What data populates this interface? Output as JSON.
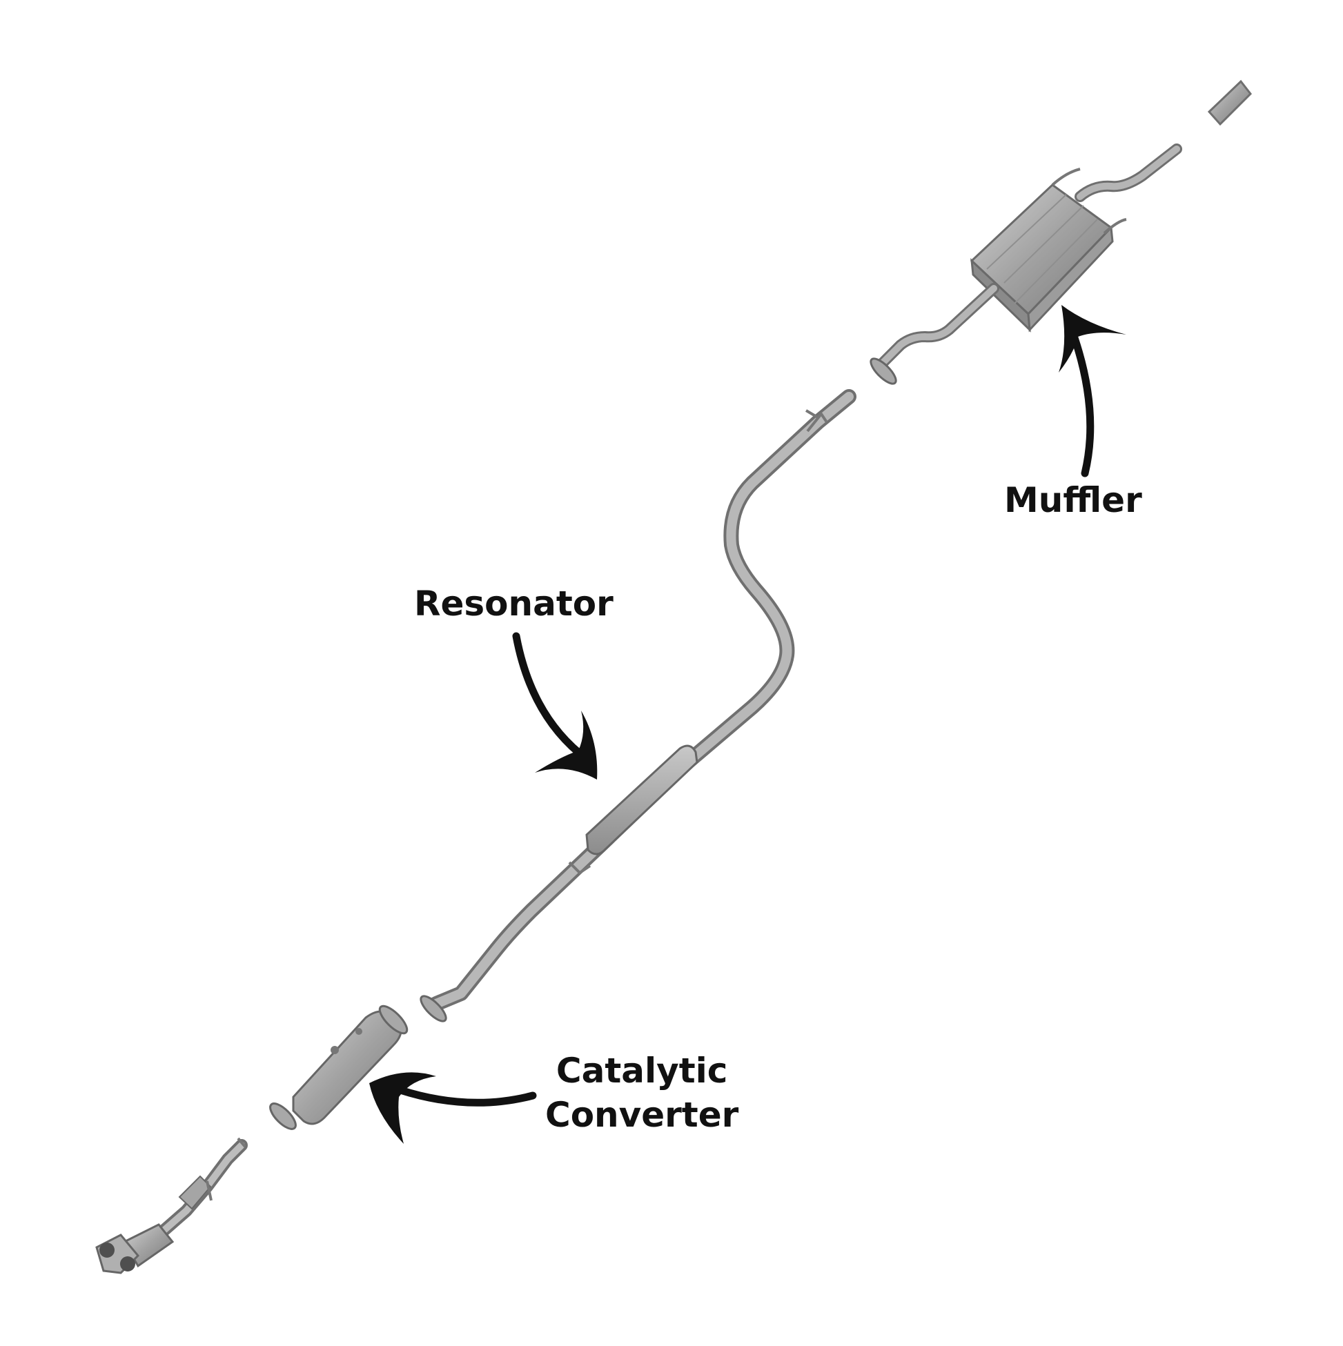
{
  "labels": {
    "muffler": "Muffler",
    "resonator": "Resonator",
    "catalytic_line1": "Catalytic",
    "catalytic_line2": "Converter"
  },
  "colors": {
    "background": "#ffffff",
    "pipe": "#9a9a9a",
    "pipe_dark": "#6f6f6f",
    "pipe_light": "#c9c9c9",
    "arrow": "#111111",
    "text": "#111111"
  }
}
